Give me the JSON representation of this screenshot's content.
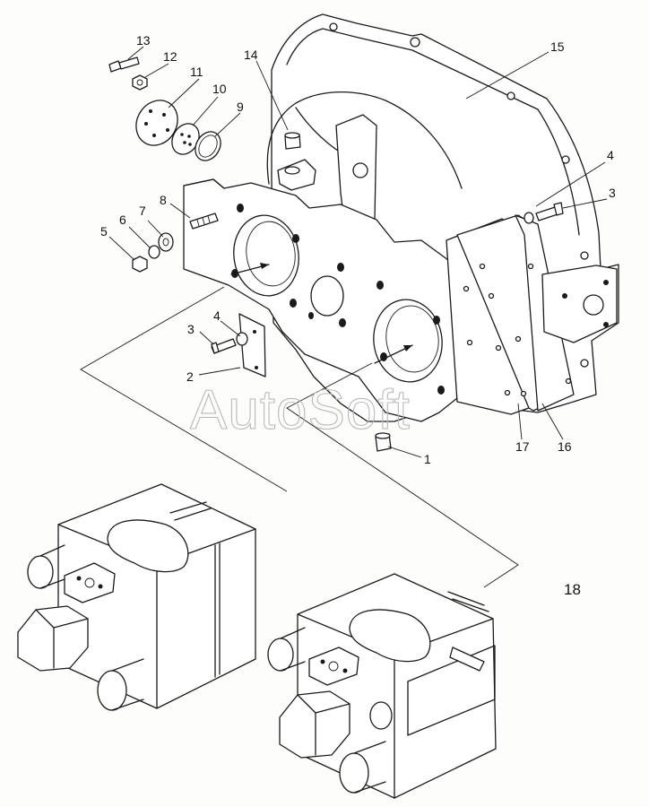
{
  "watermark": "AutoSoft",
  "callouts": {
    "c1": "1",
    "c2": "2",
    "c3a": "3",
    "c3b": "3",
    "c4a": "4",
    "c4b": "4",
    "c5": "5",
    "c6": "6",
    "c7": "7",
    "c8": "8",
    "c9": "9",
    "c10": "10",
    "c11": "11",
    "c12": "12",
    "c13": "13",
    "c14": "14",
    "c15": "15",
    "c16": "16",
    "c17": "17",
    "c18": "18"
  }
}
